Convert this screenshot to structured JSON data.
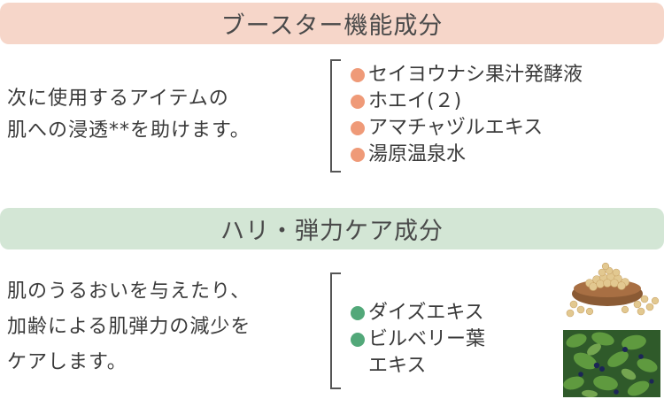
{
  "booster": {
    "title": "ブースター機能成分",
    "description": [
      "次に使用するアイテムの",
      "肌への浸透**を助けます。"
    ],
    "ingredients": [
      "セイヨウナシ果汁発酵液",
      "ホエイ(２)",
      "アマチャヅルエキス",
      "湯原温泉水"
    ],
    "dot_color": "#ef9a78"
  },
  "firmness": {
    "title": "ハリ・弾力ケア成分",
    "description": [
      "肌のうるおいを与えたり、",
      "加齢による肌弾力の減少を",
      "ケアします。"
    ],
    "ingredients": [
      "ダイズエキス",
      "ビルベリー葉"
    ],
    "ingredient_continuation": "エキス",
    "dot_color": "#52a879"
  },
  "colors": {
    "banner_1": "#f6d6c9",
    "banner_2": "#d3e6d5"
  },
  "images": [
    "soybeans-in-bowl",
    "bilberry-leaves-with-berries"
  ]
}
